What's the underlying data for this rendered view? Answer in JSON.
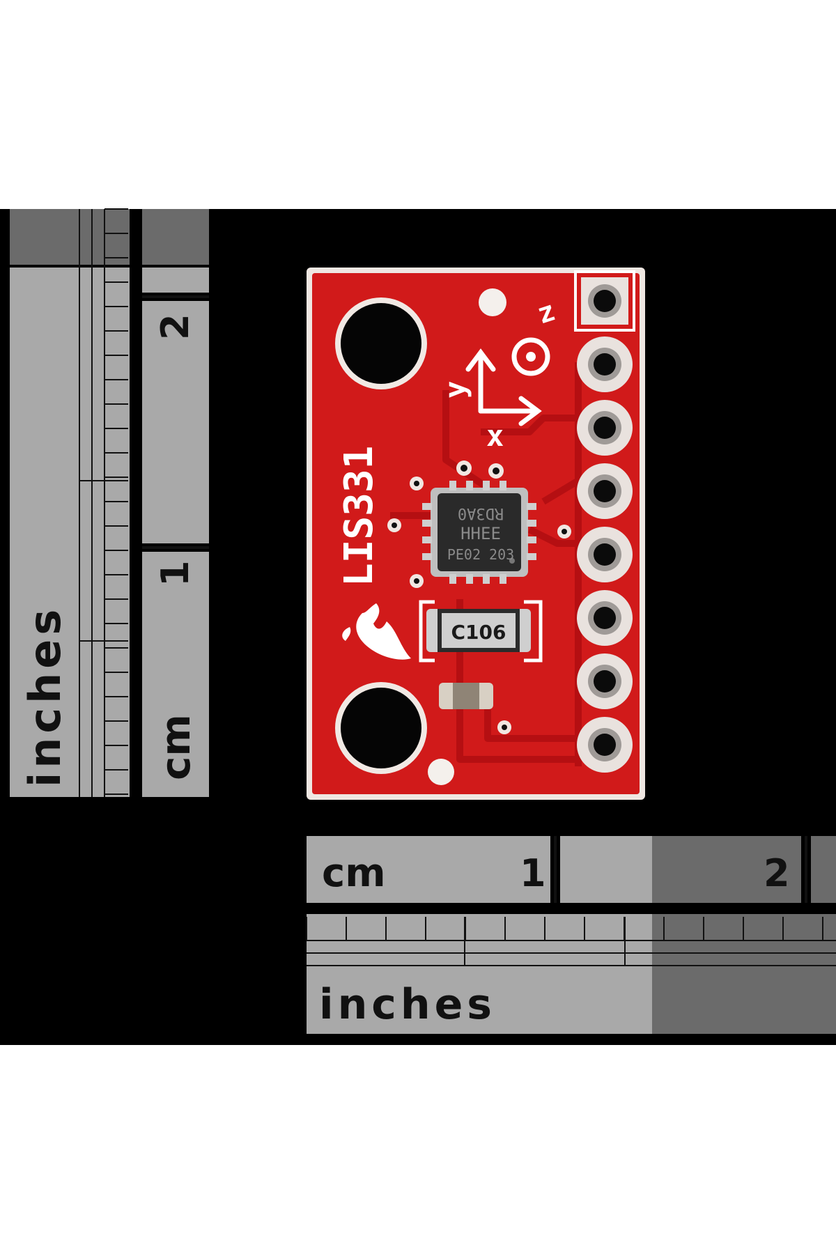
{
  "photo": {
    "subject": "LIS331 accelerometer breakout board on measurement grid",
    "colors": {
      "background": "#000000",
      "pcb": "#d11a1a",
      "ruler_light": "#a9a9a9",
      "ruler_dark": "#6b6b6b"
    }
  },
  "board": {
    "chip_label": "LIS331",
    "cap_label": "C106",
    "axes": {
      "x": "x",
      "y": "y",
      "z": "z"
    },
    "chip_markings": [
      "RD3A0",
      "HHEE",
      "PE02 203"
    ],
    "pin_count": 8
  },
  "left_rulers": {
    "inches_label": "inches",
    "cm_label": "cm",
    "tick_1": "1",
    "tick_2": "2"
  },
  "bottom_rulers": {
    "cm_label": "cm",
    "tick_1": "1",
    "tick_2": "2",
    "inches_label": "inches"
  }
}
